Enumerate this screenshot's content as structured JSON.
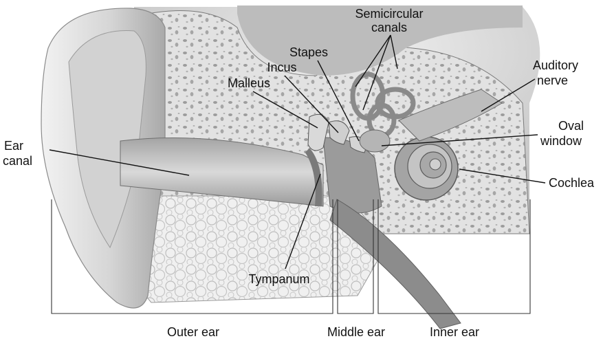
{
  "figure": {
    "labels": {
      "semicircular_canals_l1": "Semicircular",
      "semicircular_canals_l2": "canals",
      "stapes": "Stapes",
      "incus": "Incus",
      "malleus": "Malleus",
      "auditory_nerve_l1": "Auditory",
      "auditory_nerve_l2": "nerve",
      "oval_window_l1": "Oval",
      "oval_window_l2": "window",
      "ear_canal_l1": "Ear",
      "ear_canal_l2": "canal",
      "cochlea": "Cochlea",
      "tympanum": "Tympanum"
    },
    "regions": {
      "outer_ear": "Outer ear",
      "middle_ear": "Middle ear",
      "inner_ear": "Inner ear"
    }
  },
  "colors": {
    "background": "#ffffff",
    "skin_light": "#e9e9e9",
    "skin_mid": "#c8c8c8",
    "skin_dark": "#8f8f8f",
    "bone": "#dcdcdc",
    "bone_pore": "#9a9a9a",
    "line": "#111111"
  }
}
